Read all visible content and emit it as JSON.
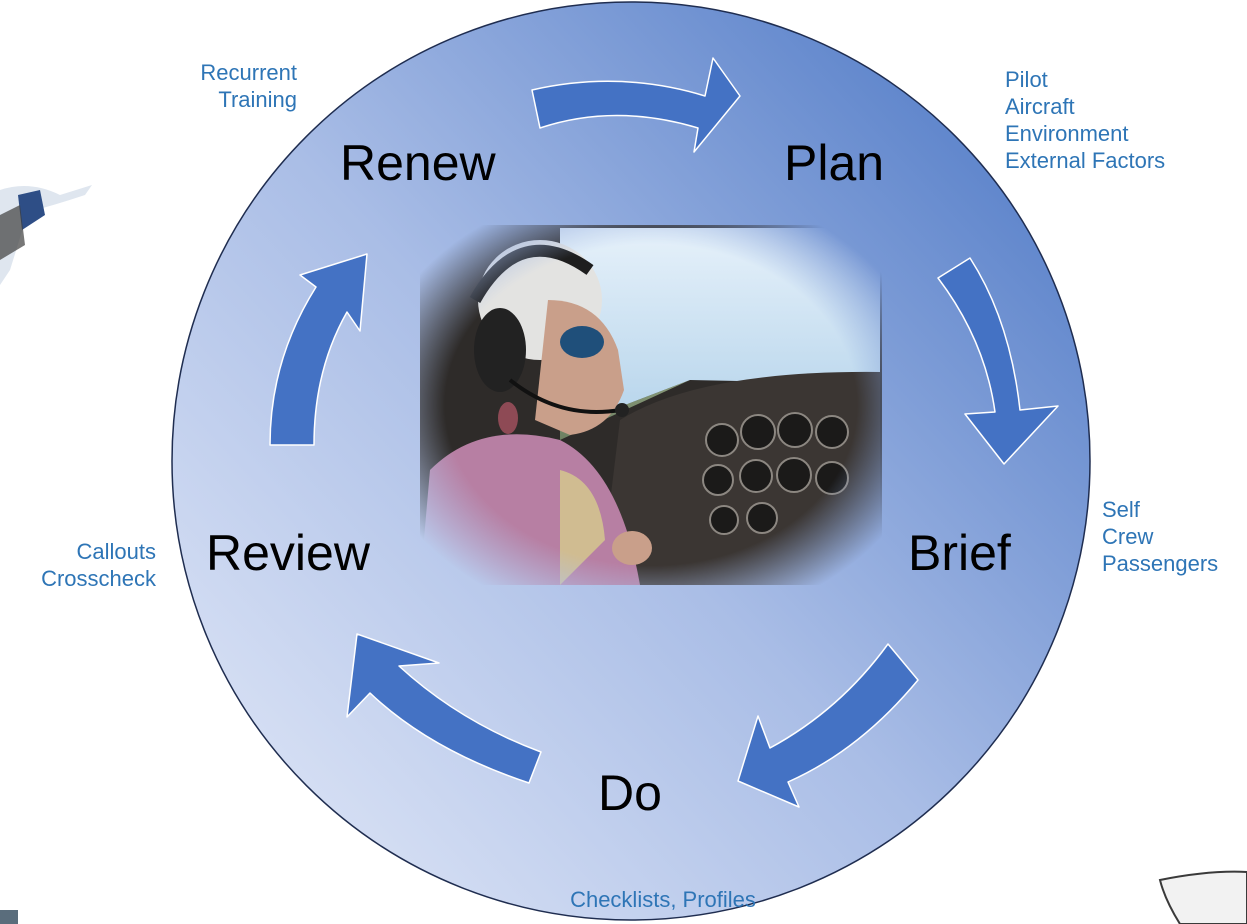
{
  "stages": {
    "renew": "Renew",
    "plan": "Plan",
    "brief": "Brief",
    "do": "Do",
    "review": "Review"
  },
  "notes": {
    "renew": [
      "Recurrent",
      "Training"
    ],
    "plan": [
      "Pilot",
      "Aircraft",
      "Environment",
      "External Factors"
    ],
    "brief": [
      "Self",
      "Crew",
      "Passengers"
    ],
    "do": [
      "Checklists, Profiles"
    ],
    "review": [
      "Callouts",
      "Crosscheck"
    ]
  },
  "colors": {
    "circle_light": "#c9d5ef",
    "circle_dark": "#5f86cc",
    "arrow_fill": "#4472c4",
    "arrow_stroke": "#ffffff",
    "note_text": "#2e75b6",
    "stage_text": "#000000"
  },
  "icons": {
    "center_photo": "pilot-in-cockpit-photo",
    "left_decor": "small-aircraft-decor",
    "right_decor": "aircraft-wing-decor"
  }
}
